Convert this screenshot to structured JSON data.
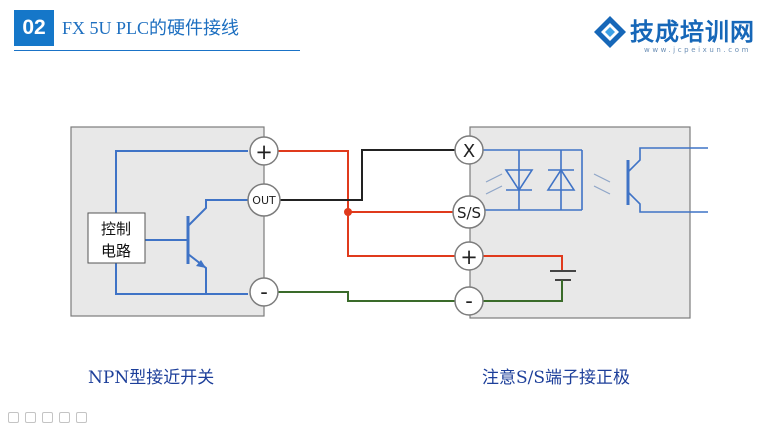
{
  "header": {
    "slide_number": "02",
    "title": "FX 5U PLC的硬件接线"
  },
  "logo": {
    "name": "技成培训网",
    "url": "www.jcpeixun.com"
  },
  "sensor": {
    "terminal_plus": "+",
    "terminal_out": "OUT",
    "terminal_minus": "-",
    "control_circuit_line1": "控制",
    "control_circuit_line2": "电路",
    "caption": "NPN型接近开关"
  },
  "plc": {
    "terminal_x": "X",
    "terminal_ss": "S/S",
    "terminal_plus": "+",
    "terminal_minus": "-",
    "caption": "注意S/S端子接正极"
  },
  "colors": {
    "accent": "#1577c9",
    "wire_red": "#e03a1c",
    "wire_black": "#222222",
    "wire_green": "#3a6b2a",
    "circuit_blue": "#3f73c6",
    "box_fill": "#e8e8e8"
  },
  "toolbar": {
    "icons": [
      "arrow-icon",
      "pen-icon",
      "highlighter-icon",
      "eraser-icon",
      "pointer-icon"
    ]
  }
}
